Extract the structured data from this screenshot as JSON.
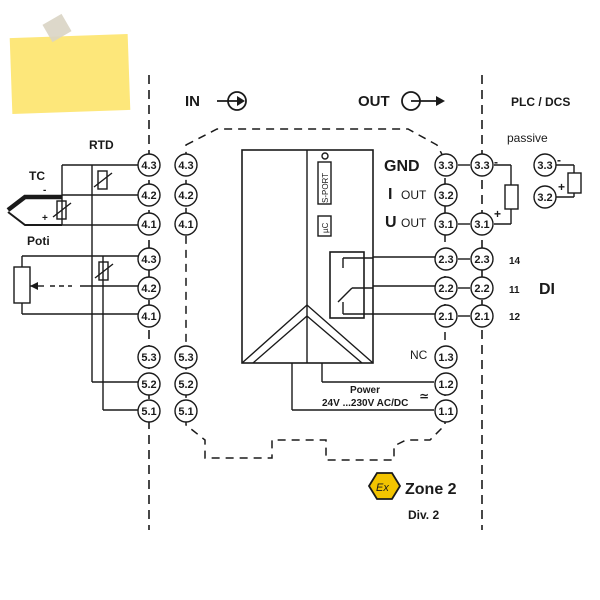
{
  "colors": {
    "line": "#1a1a1a",
    "note": "#fde77a",
    "tape": "#d9d4c4",
    "ex_badge": "#f3c400",
    "background": "#ffffff"
  },
  "icons": {
    "sticky_note": "sticky-note-icon",
    "ex_badge": "ex-hexagon-icon",
    "in_arrow": "arrow-right-circle-icon",
    "out_arrow": "arrow-right-circle-icon"
  },
  "headers": {
    "in": "IN",
    "out": "OUT",
    "plc": "PLC / DCS",
    "passive": "passive"
  },
  "sensors": {
    "rtd": "RTD",
    "tc": "TC",
    "poti": "Poti",
    "minus": "-",
    "plus": "+"
  },
  "input_terminals": {
    "outer": [
      "4.3",
      "4.2",
      "4.1",
      "4.3",
      "4.2",
      "4.1",
      "5.3",
      "5.2",
      "5.1"
    ],
    "inner": [
      "4.3",
      "4.2",
      "4.1",
      "5.3",
      "5.2",
      "5.1"
    ]
  },
  "output_terminals": {
    "inner": [
      "3.3",
      "3.2",
      "3.1",
      "2.3",
      "2.2",
      "2.1",
      "1.3",
      "1.2",
      "1.1"
    ],
    "outer": [
      "3.3",
      "3.1",
      "2.3",
      "2.2",
      "2.1"
    ],
    "plc": [
      "3.3",
      "3.2"
    ]
  },
  "module": {
    "sport": "S-PORT",
    "uc": "µC"
  },
  "outputs": {
    "gnd": "GND",
    "i": "I",
    "i_out": "OUT",
    "u": "U",
    "u_out": "OUT",
    "nc": "NC",
    "power": "Power",
    "supply": "24V ...230V AC/DC",
    "ac_dc_symbol": "≃"
  },
  "di": {
    "labels": [
      "14",
      "11",
      "12"
    ],
    "name": "DI"
  },
  "plc_sign": {
    "minus": "-",
    "plus": "+"
  },
  "zone": {
    "title": "Zone 2",
    "div": "Div. 2",
    "badge": "Ex"
  }
}
